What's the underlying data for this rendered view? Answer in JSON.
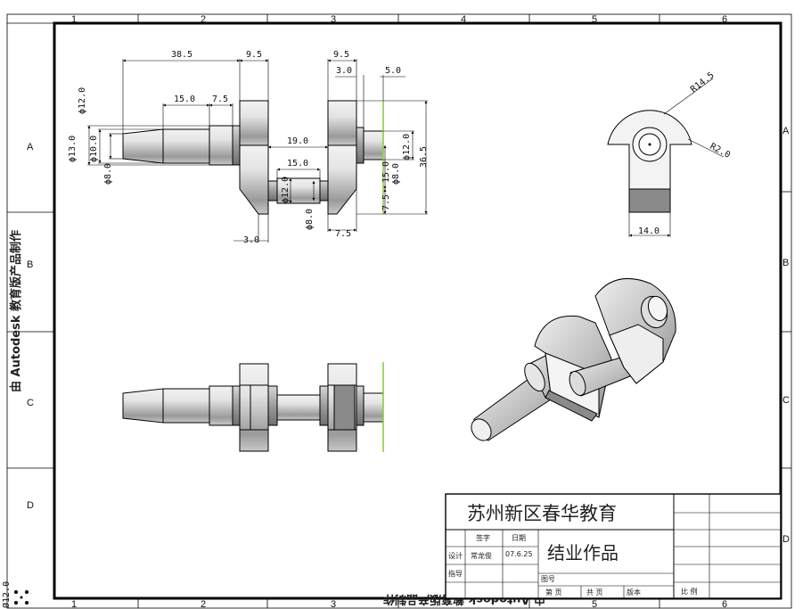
{
  "zones": {
    "columns": [
      "1",
      "2",
      "3",
      "4",
      "5",
      "6"
    ],
    "rows_left": [
      "A",
      "B",
      "C",
      "D"
    ],
    "rows_right": [
      "A",
      "B",
      "C",
      "D"
    ]
  },
  "watermark": {
    "left": "由 Autodesk 教育版产品制作",
    "bottom": "由 Autodesk 教育版产品制作",
    "corner": "Ø12.0"
  },
  "front_view": {
    "dims": {
      "d38_5": "38.5",
      "d9_5a": "9.5",
      "d9_5b": "9.5",
      "d3_0a": "3.0",
      "d5_0": "5.0",
      "d15_0a": "15.0",
      "d7_5a": "7.5",
      "d12_0a": "ϕ12.0",
      "d13_0": "ϕ13.0",
      "d10_0": "ϕ10.0",
      "d8_0a": "ϕ8.0",
      "d19_0": "19.0",
      "d15_0b": "15.0",
      "d12_0b": "ϕ12.0",
      "d8_0b": "ϕ8.0",
      "d15_0c": "15.0",
      "d7_5b": "7.5",
      "d12_0c": "ϕ12.0",
      "d8_0c": "ϕ8.0",
      "d36_5": "36.5",
      "d3_0b": "3.0",
      "d7_5c": "7.5"
    }
  },
  "side_view": {
    "dims": {
      "r14_5": "R14.5",
      "r2_0": "R2.0",
      "w14_0": "14.0"
    }
  },
  "title_block": {
    "school": "苏州新区春华教育",
    "work_title": "结业作品",
    "col_sign": "签字",
    "col_date": "日期",
    "row_design": "设计",
    "designer": "常龙俊",
    "date": "07.6.25",
    "row_guide": "指导",
    "drawing_no": "图号",
    "sheet_no": "第  页",
    "sheet_total": "共  页",
    "version": "版本",
    "scale": "比 例"
  },
  "colors": {
    "line": "#000000",
    "part_light": "#ececec",
    "part_dark": "#8a8a8a",
    "accent_line": "#7ed321"
  }
}
